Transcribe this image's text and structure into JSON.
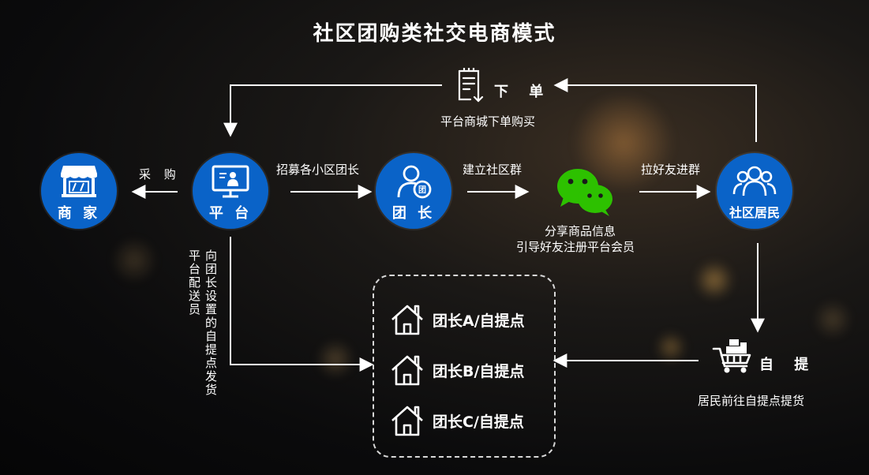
{
  "title": "社区团购类社交电商模式",
  "nodes": {
    "merchant": "商 家",
    "platform": "平 台",
    "leader": "团 长",
    "resident": "社区居民"
  },
  "order": {
    "label": "下 单",
    "sub": "平台商城下单购买"
  },
  "edges": {
    "purchase": "采 购",
    "recruit": "招募各小区团长",
    "build_group": "建立社区群",
    "invite": "拉好友进群",
    "share_line1": "分享商品信息",
    "share_line2": "引导好友注册平台会员",
    "ship_col1": "平台配送员",
    "ship_col2": "向团长设置的自提点发货"
  },
  "pickup": {
    "label": "自 提",
    "sub": "居民前往自提点提货"
  },
  "pickup_points": [
    "团长A/自提点",
    "团长B/自提点",
    "团长C/自提点"
  ],
  "colors": {
    "node_blue": "#0a63c8",
    "wechat_green": "#2dc100"
  },
  "icons": {
    "merchant": "shop-icon",
    "platform": "monitor-teacher-icon",
    "leader": "leader-badge-icon",
    "resident": "group-people-icon",
    "order": "order-document-icon",
    "wechat": "wechat-icon",
    "pickup": "shopping-cart-icon",
    "point": "house-icon"
  }
}
